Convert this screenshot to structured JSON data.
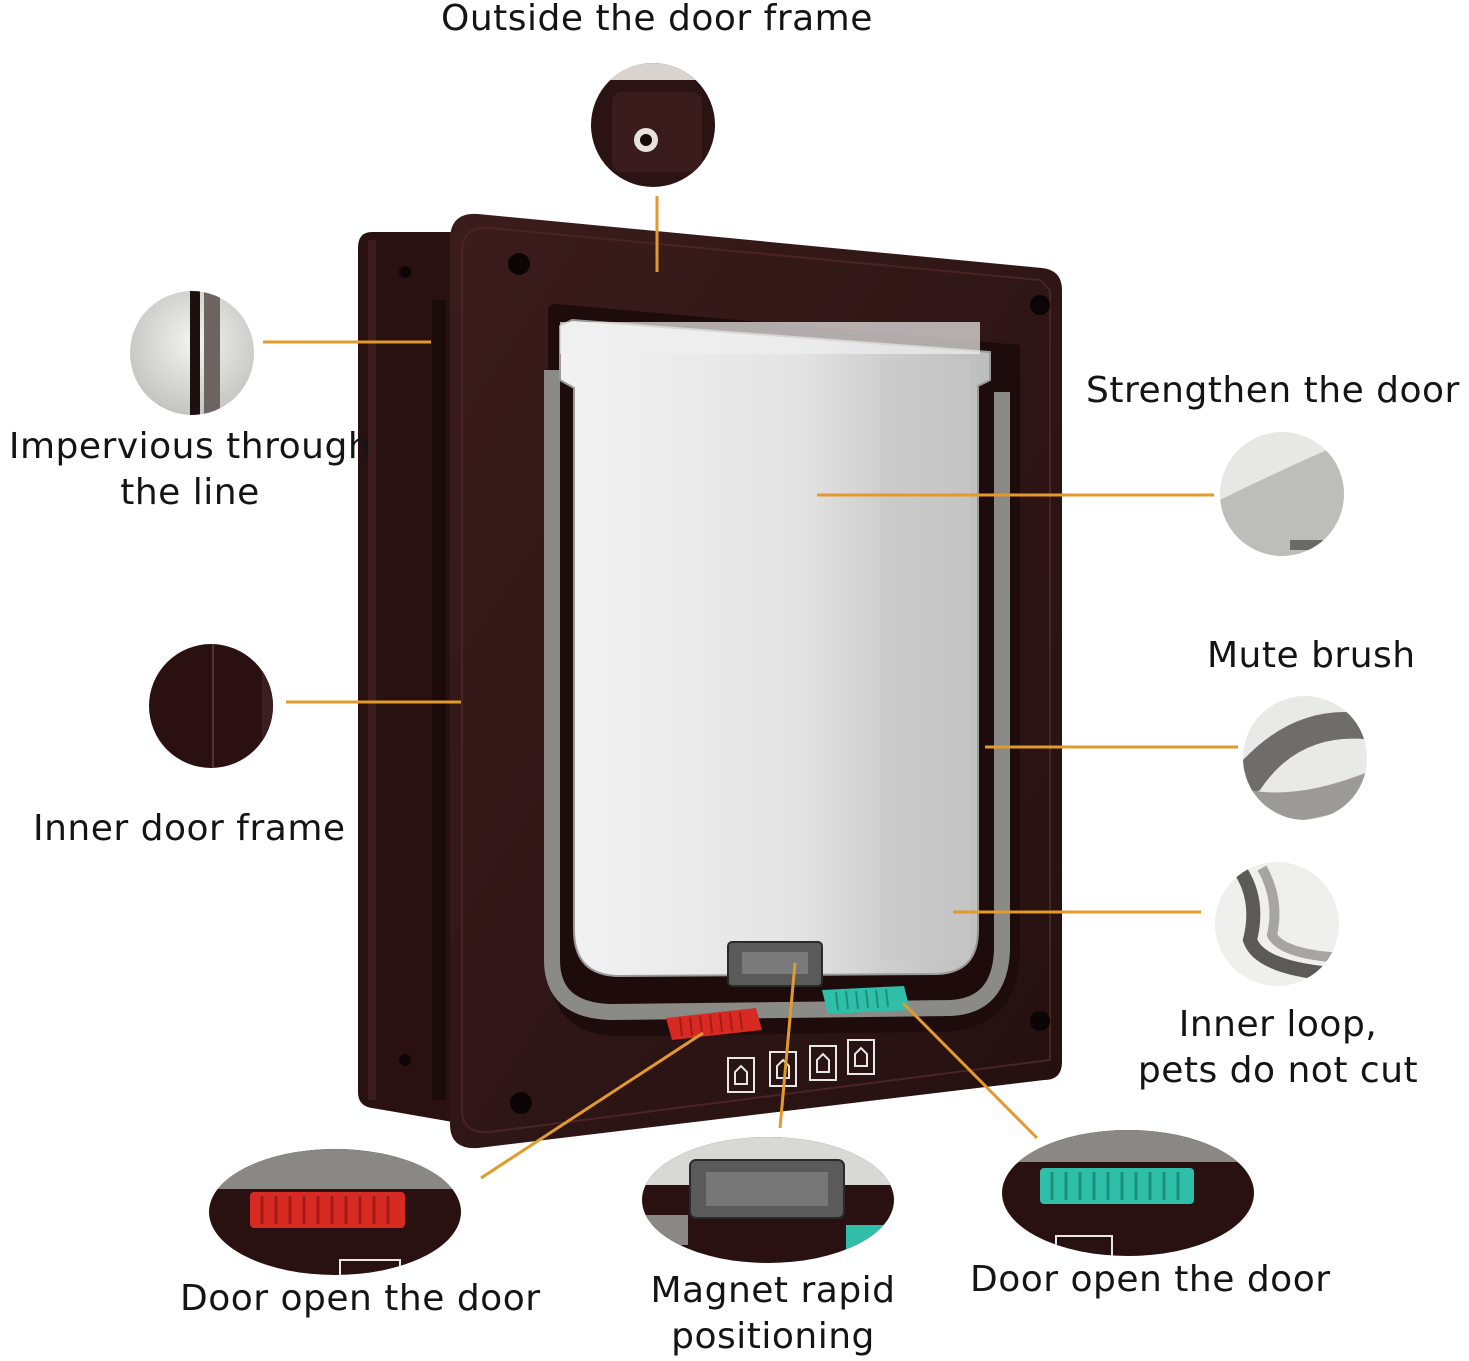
{
  "colors": {
    "leader_line": "#e39a2d",
    "frame_dark": "#2b1212",
    "frame_mid": "#3a1a1a",
    "flap_glass": "#e6e6e6",
    "brush_gray": "#8a8a86",
    "red_lock": "#d62a22",
    "teal_lock": "#2fbfa8",
    "label_text": "#141414"
  },
  "labels": {
    "outside_frame": "Outside the door frame",
    "impervious_line1": "Impervious through",
    "impervious_line2": "the line",
    "inner_frame": "Inner door frame",
    "strengthen": "Strengthen the door",
    "mute_brush": "Mute brush",
    "inner_loop_line1": "Inner loop,",
    "inner_loop_line2": "pets do not cut",
    "door_open_left": "Door open the door",
    "magnet_line1": "Magnet rapid",
    "magnet_line2": "positioning",
    "door_open_right": "Door open the door"
  },
  "icons": [
    "lock-mode-icon",
    "in-only-icon",
    "out-only-icon",
    "open-mode-icon"
  ]
}
